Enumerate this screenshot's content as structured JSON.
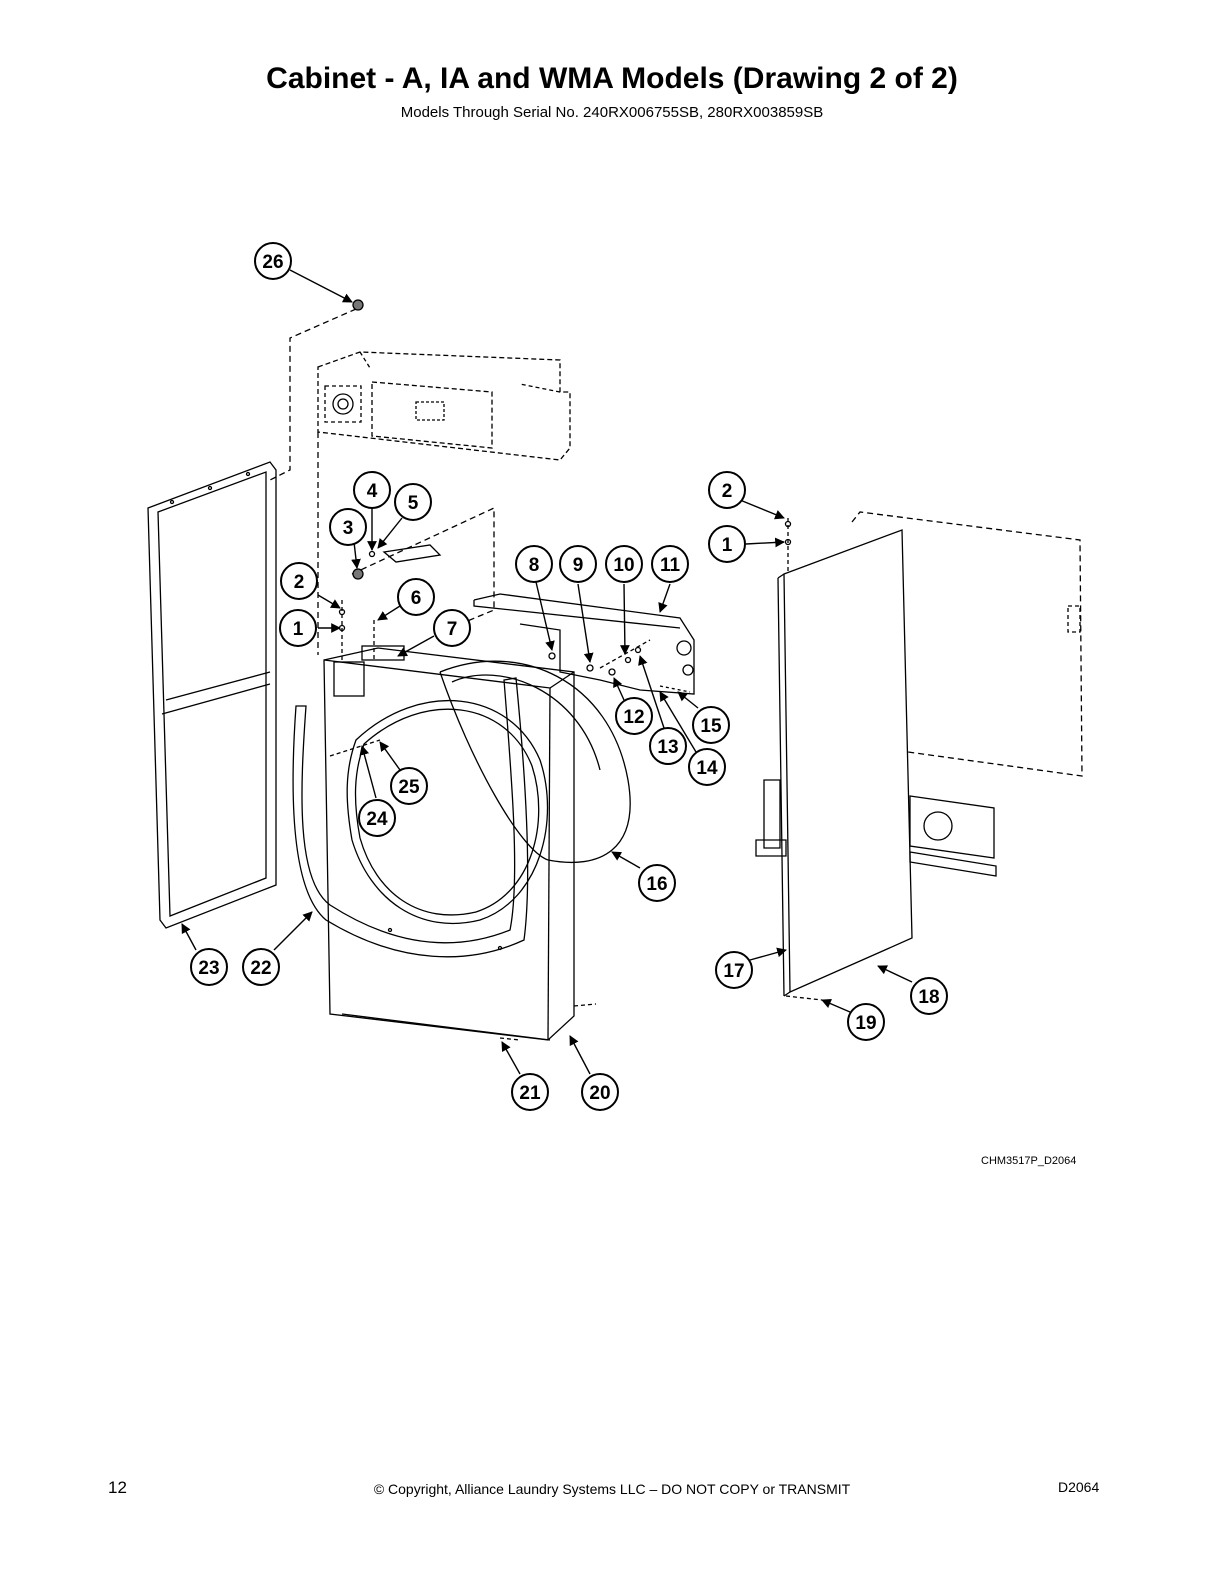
{
  "header": {
    "title": "Cabinet - A, IA and WMA Models (Drawing 2 of 2)",
    "subtitle": "Models Through Serial No. 240RX006755SB, 280RX003859SB"
  },
  "drawing": {
    "drawing_id": "CHM3517P_D2064",
    "callouts": [
      "26",
      "4",
      "5",
      "3",
      "2",
      "1",
      "6",
      "7",
      "8",
      "9",
      "10",
      "11",
      "12",
      "13",
      "14",
      "15",
      "2",
      "1",
      "16",
      "17",
      "18",
      "19",
      "20",
      "21",
      "22",
      "23",
      "24",
      "25"
    ]
  },
  "footer": {
    "page_number": "12",
    "copyright": "© Copyright, Alliance Laundry Systems LLC – DO NOT COPY or TRANSMIT",
    "doc_code": "D2064"
  }
}
